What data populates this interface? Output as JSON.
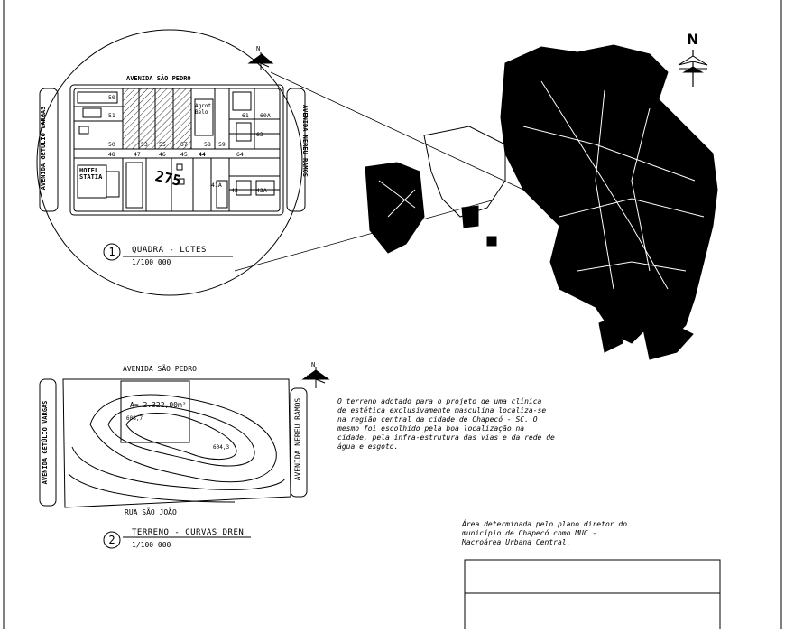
{
  "detail1": {
    "number": "1",
    "title": "QUADRA - LOTES",
    "scale": "1/100 000",
    "street_top": "AVENIDA SÃO PEDRO",
    "street_left": "AVENIDA GETÚLIO VARGAS",
    "street_right": "AVENIDA NEREU RAMOS",
    "hotel_label": "HOTEL\nSTATIA",
    "agency_label": "Agrot.\nBelo",
    "block_number": "275",
    "lots": [
      "50",
      "51",
      "50",
      "53",
      "55",
      "57",
      "58",
      "59",
      "61",
      "60A",
      "63",
      "48",
      "47",
      "46",
      "45",
      "44",
      "64",
      "41A",
      "42",
      "42A"
    ]
  },
  "detail2": {
    "number": "2",
    "title": "TERRENO - CURVAS DREN",
    "scale": "1/100 000",
    "street_top": "AVENIDA SÃO PEDRO",
    "street_left": "AVENIDA GETÚLIO VARGAS",
    "street_right": "AVENIDA NEREU RAMOS",
    "street_bottom": "RUA SÃO JOÃO",
    "area_label": "A= 2.322,00m²",
    "elev_1": "608,7",
    "elev_2": "604,3"
  },
  "north_label": "N",
  "north_small": "N",
  "description": "O terreno adotado para o projeto de uma clínica\nde estética exclusivamente masculina localiza-se\nna região central da cidade de Chapecó - SC. O\nmesmo foi escolhido pela boa localização na\ncidade, pela infra-estrutura das vias e da rede de\nágua e esgoto.",
  "area_note": "Área determinada pelo plano diretor do\nmunicípio de Chapecó como MUC -\nMacroárea Urbana Central."
}
